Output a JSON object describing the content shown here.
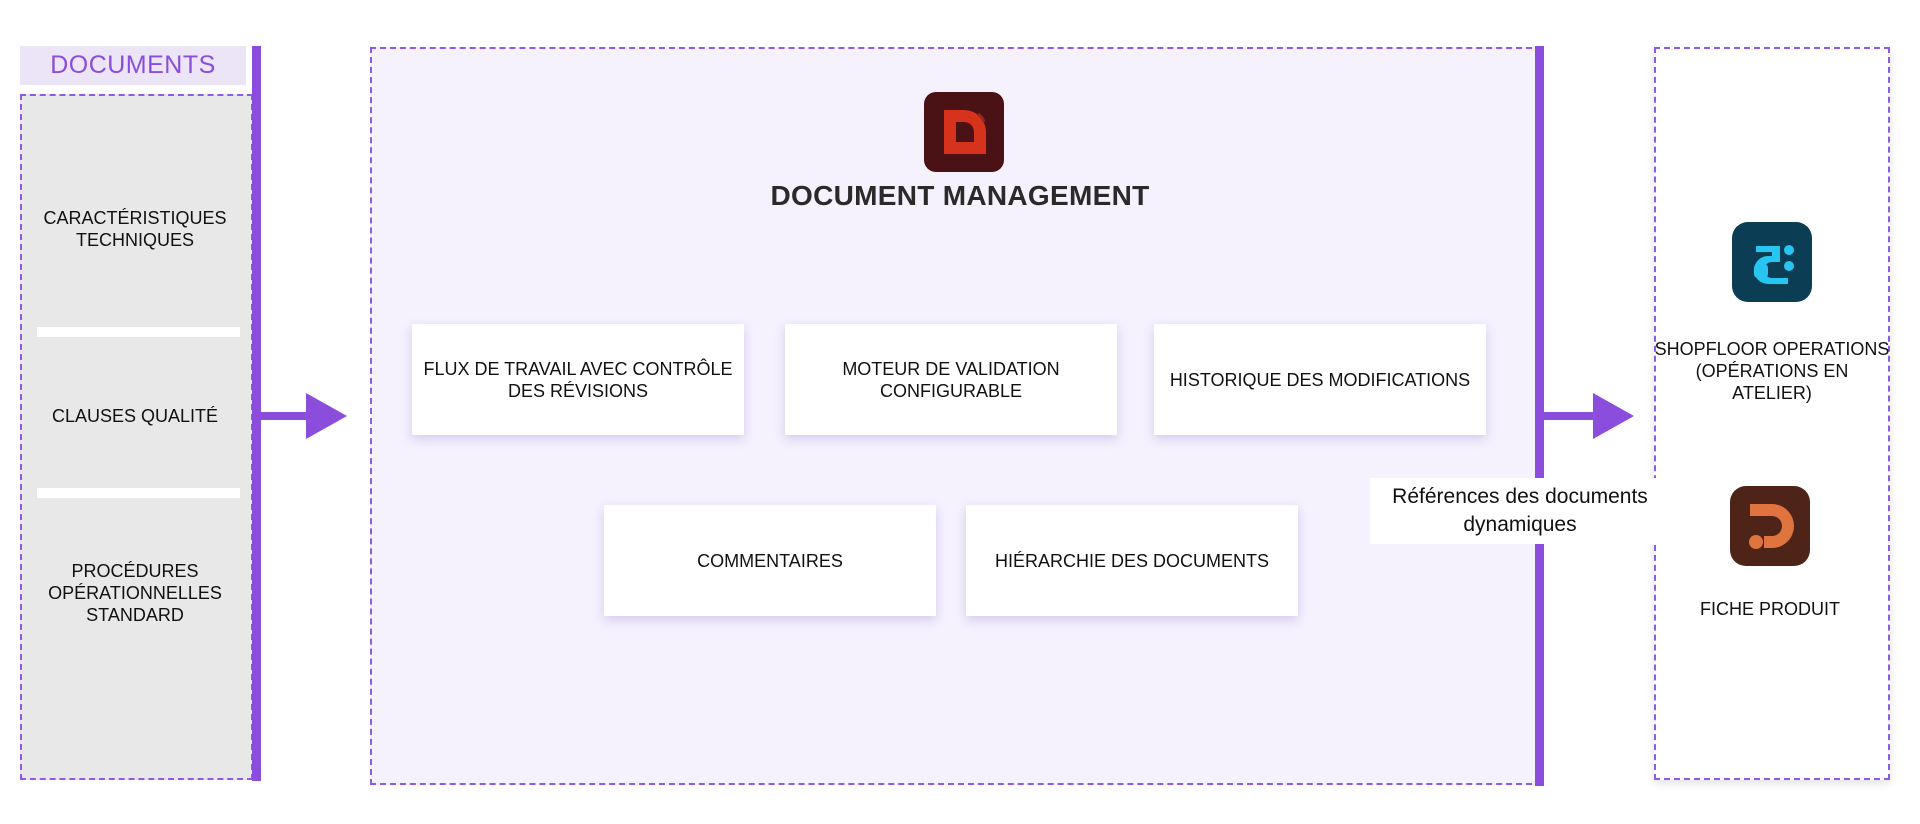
{
  "documents": {
    "title": "DOCUMENTS",
    "items": [
      "CARACTÉRISTIQUES TECHNIQUES",
      "CLAUSES QUALITÉ",
      "PROCÉDURES OPÉRATIONNELLES STANDARD"
    ]
  },
  "document_management": {
    "title": "DOCUMENT MANAGEMENT",
    "icon": "document-management-logo-icon",
    "features": [
      "FLUX DE TRAVAIL AVEC CONTRÔLE DES RÉVISIONS",
      "MOTEUR DE VALIDATION CONFIGURABLE",
      "HISTORIQUE DES MODIFICATIONS",
      "COMMENTAIRES",
      "HIÉRARCHIE DES DOCUMENTS"
    ]
  },
  "connector": {
    "label": "Références des documents dynamiques"
  },
  "outputs": [
    {
      "label": "SHOPFLOOR OPERATIONS (OPÉRATIONS EN ATELIER)",
      "icon": "shopfloor-operations-logo-icon"
    },
    {
      "label": "FICHE PRODUIT",
      "icon": "product-sheet-logo-icon"
    }
  ],
  "colors": {
    "accent": "#8b4ddb",
    "panel_bg": "#f5f1fd",
    "docs_bg": "#e8e8e8",
    "dm_icon_bg": "#4a1215",
    "dm_icon_fg": "#d6321c",
    "shopfloor_icon_bg": "#0b3d55",
    "shopfloor_icon_fg": "#27c6f2",
    "product_icon_bg": "#4e2418",
    "product_icon_fg": "#e0743f"
  }
}
